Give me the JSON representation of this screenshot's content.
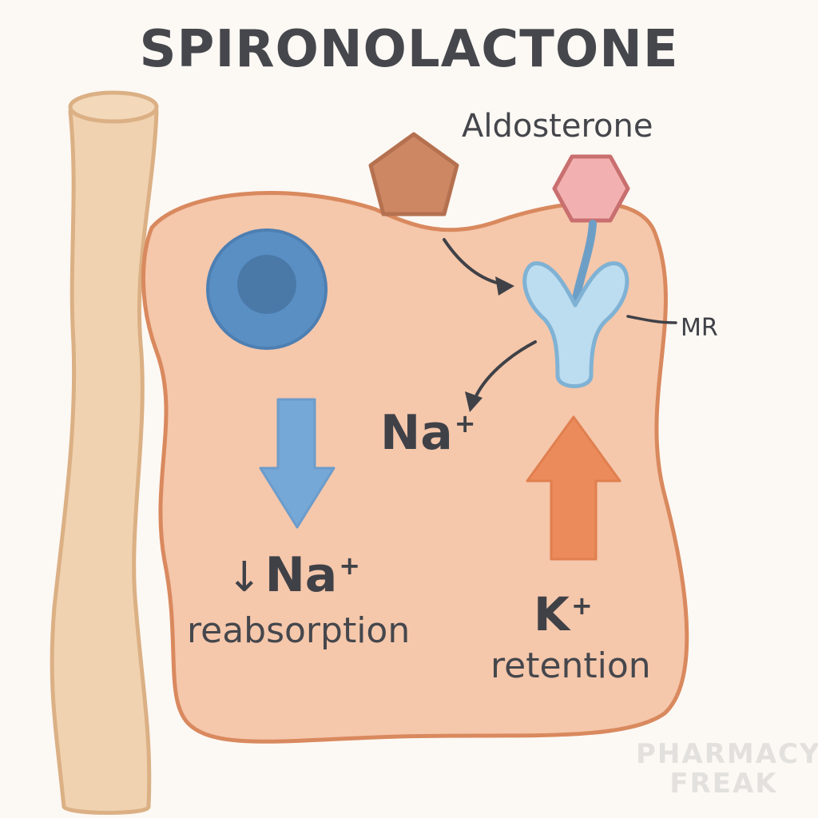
{
  "diagram": {
    "title": "SPIRONOLACTONE",
    "labels": {
      "aldosterone": "Aldosterone",
      "receptor": "MR",
      "sodium_center": "Na",
      "sodium_center_charge": "+",
      "sodium_left_arrow": "↓",
      "sodium_left": "Na",
      "sodium_left_charge": "+",
      "reabsorption": "reabsorption",
      "potassium": "K",
      "potassium_charge": "+",
      "retention": "retention"
    },
    "watermark": {
      "line1": "PHARMACY",
      "line2": "FREAK"
    }
  },
  "colors": {
    "background": "#fcf8f4",
    "cell_fill": "#f5c7ab",
    "cell_border": "#d9895e",
    "vessel_fill": "#f0d2b0",
    "vessel_border": "#dbb084",
    "nucleus_outer": "#5a8fc4",
    "nucleus_inner": "#4a79a8",
    "pentagon": "#cd8763",
    "hexagon": "#f2b1b0",
    "receptor_fill": "#bcdcf0",
    "receptor_border": "#7fb2d4",
    "blue_arrow": "#75a8d6",
    "orange_arrow": "#eb8a5a",
    "text": "#3f4147"
  }
}
